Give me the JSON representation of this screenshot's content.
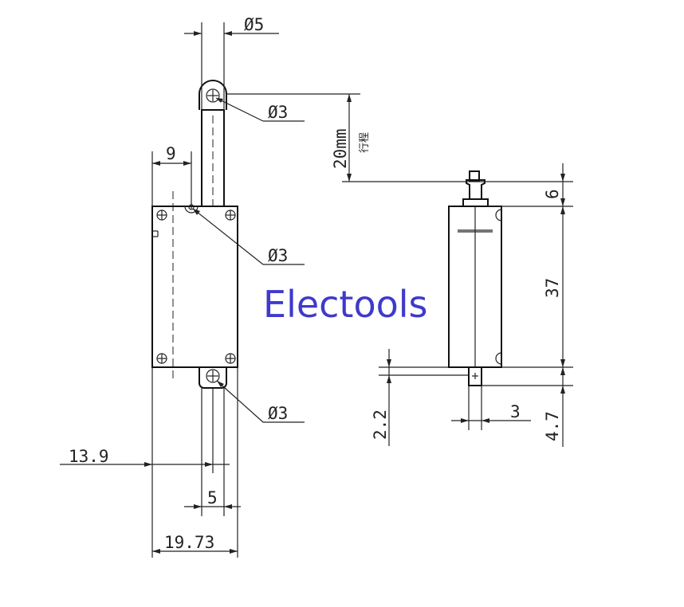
{
  "watermark": {
    "text": "Electools",
    "color": "#3f3acb"
  },
  "labels": {
    "dia_rod": "Ø5",
    "dia_top_hole": "Ø3",
    "dia_body_hole": "Ø3",
    "dia_bottom_hole": "Ø3",
    "stroke_value": "20mm",
    "stroke_note": "行程",
    "offset_9": "9",
    "width_13_9": "13.9",
    "width_5": "5",
    "width_19_73": "19.73",
    "height_6": "6",
    "height_37": "37",
    "height_2_2": "2.2",
    "width_3": "3",
    "height_4_7": "4.7"
  }
}
